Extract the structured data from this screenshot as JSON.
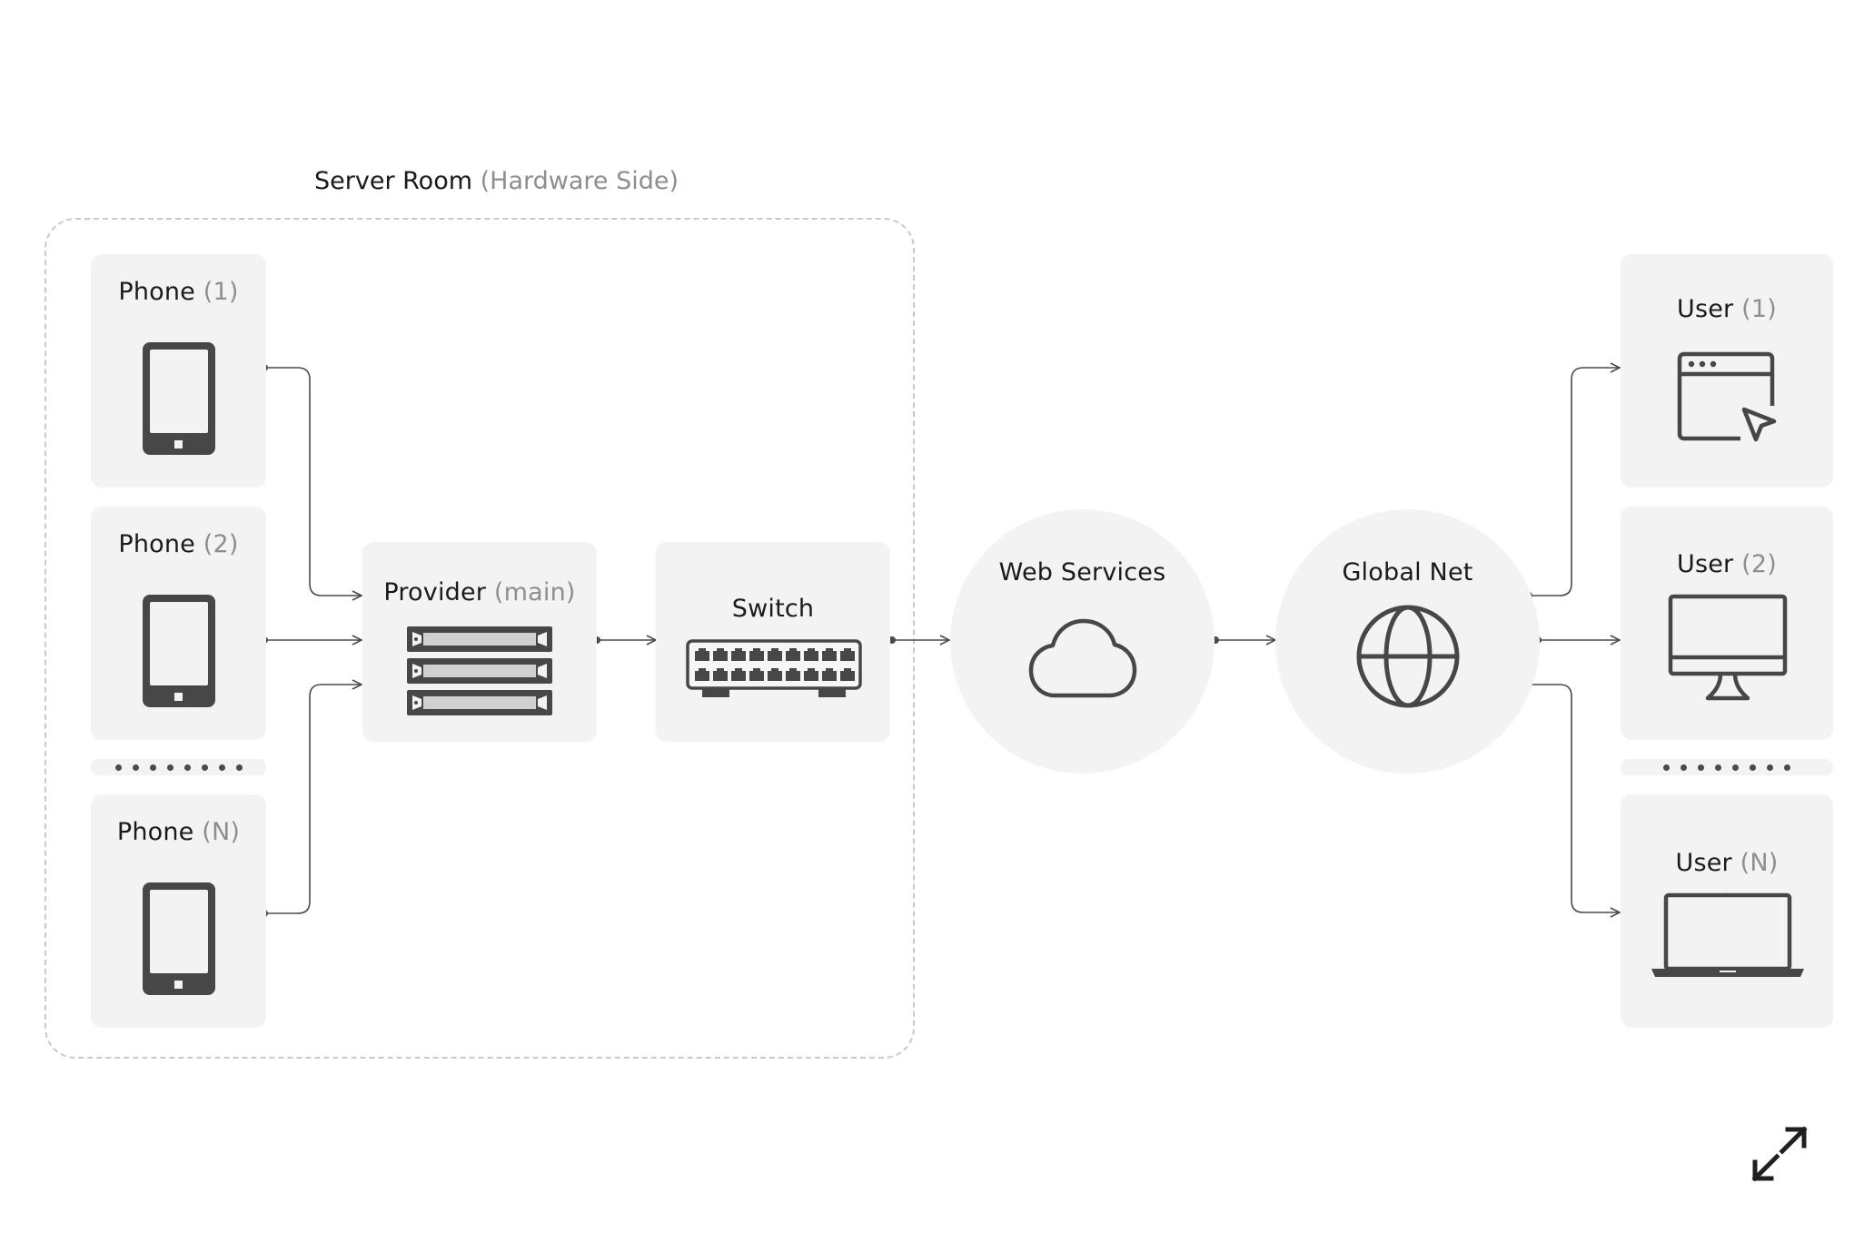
{
  "server_room": {
    "title": "Server Room",
    "subtitle": "(Hardware Side)"
  },
  "phones": [
    {
      "label": "Phone",
      "tag": "(1)",
      "icon": "smartphone-icon"
    },
    {
      "label": "Phone",
      "tag": "(2)",
      "icon": "smartphone-icon"
    },
    {
      "label": "Phone",
      "tag": "(N)",
      "icon": "smartphone-icon"
    }
  ],
  "provider": {
    "label": "Provider",
    "tag": "(main)",
    "icon": "server-rack-icon"
  },
  "switch": {
    "label": "Switch",
    "icon": "network-switch-icon"
  },
  "web_services": {
    "label": "Web Services",
    "icon": "cloud-icon"
  },
  "global_net": {
    "label": "Global Net",
    "icon": "globe-icon"
  },
  "users": [
    {
      "label": "User",
      "tag": "(1)",
      "icon": "browser-window-cursor-icon"
    },
    {
      "label": "User",
      "tag": "(2)",
      "icon": "desktop-monitor-icon"
    },
    {
      "label": "User",
      "tag": "(N)",
      "icon": "laptop-icon"
    }
  ],
  "controls": {
    "expand_icon": "expand-arrows-icon"
  },
  "colors": {
    "card": "#f3f3f3",
    "icon": "#474747",
    "muted": "#8e8e8e",
    "border": "#c9c9c9"
  }
}
